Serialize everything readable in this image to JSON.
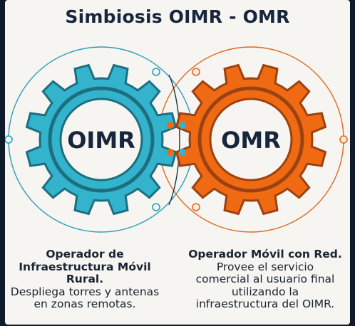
{
  "title": "Simbiosis OIMR - OMR",
  "colors": {
    "left_gear": "#33b3cc",
    "left_gear_dark": "#1c6f80",
    "right_gear": "#f06a14",
    "right_gear_dark": "#9c4210",
    "text_dark": "#17263d",
    "background": "#f6f5f1"
  },
  "left": {
    "gear_label": "OIMR",
    "heading_line1": "Operador de",
    "heading_line2": "Infraestructura Móvil",
    "heading_line3": "Rural.",
    "desc_line1": "Despliega torres y antenas",
    "desc_line2": "en zonas remotas."
  },
  "right": {
    "gear_label": "OMR",
    "heading": "Operador Móvil con Red.",
    "desc_line1": "Provee el servicio",
    "desc_line2": "comercial al usuario final",
    "desc_line3": "utilizando la",
    "desc_line4": "infraestructura del OIMR."
  }
}
